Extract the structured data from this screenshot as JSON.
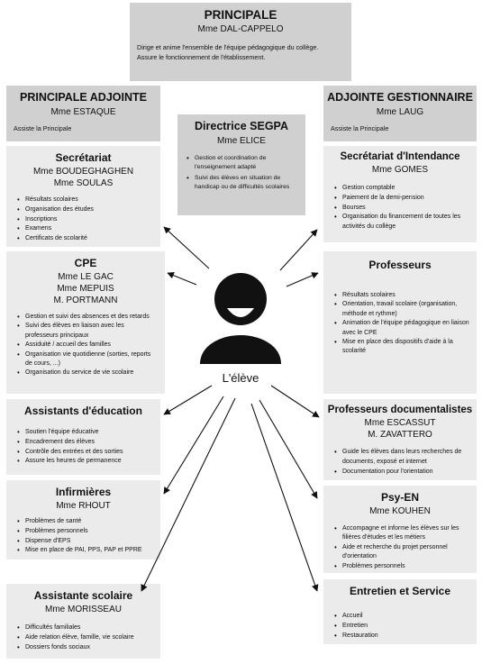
{
  "principale": {
    "title": "PRINCIPALE",
    "name": "Mme DAL-CAPPELO",
    "desc1": "Dirige et anime l'ensemble de l'équipe pédagogique du collège.",
    "desc2": "Assure le fonctionnement de l'établissement."
  },
  "adjointe": {
    "title": "PRINCIPALE ADJOINTE",
    "name": "Mme ESTAQUE",
    "role": "Assiste la Principale"
  },
  "gestionnaire": {
    "title": "ADJOINTE GESTIONNAIRE",
    "name": "Mme LAUG",
    "role": "Assiste la Principale"
  },
  "segpa": {
    "title": "Directrice SEGPA",
    "name": "Mme ELICE",
    "items": [
      "Gestion et coordination de l'enseignement adapté",
      "Suivi des élèves en situation de handicap ou de difficultés scolaires"
    ]
  },
  "secretariat": {
    "title": "Secrétariat",
    "names": [
      "Mme BOUDEGHAGHEN",
      "Mme SOULAS"
    ],
    "items": [
      "Résultats scolaires",
      "Organisation des études",
      "Inscriptions",
      "Examens",
      "Certificats de scolarité"
    ]
  },
  "cpe": {
    "title": "CPE",
    "names": [
      "Mme LE GAC",
      "Mme MEPUIS",
      "M. PORTMANN"
    ],
    "items": [
      "Gestion et suivi des absences et des retards",
      "Suivi des élèves en liaison avec les professeurs principaux",
      "Assiduité / accueil des familles",
      "Organisation vie quotidienne (sorties, reports de cours, ...)",
      "Organisation du service de vie scolaire"
    ]
  },
  "assistants": {
    "title": "Assistants d'éducation",
    "items": [
      "Soutien l'équipe éducative",
      "Encadrement des élèves",
      "Contrôle des entrées et des sorties",
      "Assure les heures de permanence"
    ]
  },
  "infirmieres": {
    "title": "Infirmières",
    "name": "Mme RHOUT",
    "items": [
      "Problèmes de santé",
      "Problèmes personnels",
      "Dispense d'EPS",
      "Mise en place de PAI, PPS, PAP et PPRE"
    ]
  },
  "assistante_scolaire": {
    "title": "Assistante scolaire",
    "name": "Mme MORISSEAU",
    "items": [
      "Difficultés familiales",
      "Aide relation élève, famille, vie scolaire",
      "Dossiers fonds sociaux"
    ]
  },
  "intendance": {
    "title": "Secrétariat d'Intendance",
    "name": "Mme GOMES",
    "items": [
      "Gestion comptable",
      "Paiement de la demi-pension",
      "Bourses",
      "Organisation du financement de toutes les activités du collège"
    ]
  },
  "professeurs": {
    "title": "Professeurs",
    "items": [
      "Résultats scolaires",
      "Orientation, travail scolaire (organisation, méthode et rythme)",
      "Animation de l'équipe pédagogique en liaison avec le CPE",
      "Mise en place des dispositifs d'aide à la scolarité"
    ]
  },
  "documentalistes": {
    "title": "Professeurs documentalistes",
    "names": [
      "Mme ESCASSUT",
      "M. ZAVATTERO"
    ],
    "items": [
      "Guide les élèves dans leurs recherches de documents, exposé et internet",
      "Documentation pour l'orientation"
    ]
  },
  "psy": {
    "title": "Psy-EN",
    "name": "Mme KOUHEN",
    "items": [
      "Accompagne et informe les élèves sur les filières d'études et les métiers",
      "Aide et recherche du projet personnel d'orientation",
      "Problèmes personnels"
    ]
  },
  "entretien": {
    "title": "Entretien et Service",
    "items": [
      "Accueil",
      "Entretien",
      "Restauration"
    ]
  },
  "center": {
    "label": "L'élève"
  },
  "colors": {
    "header_gray": "#d0d0d0",
    "box_gray": "#ebebeb",
    "icon": "#111111"
  }
}
